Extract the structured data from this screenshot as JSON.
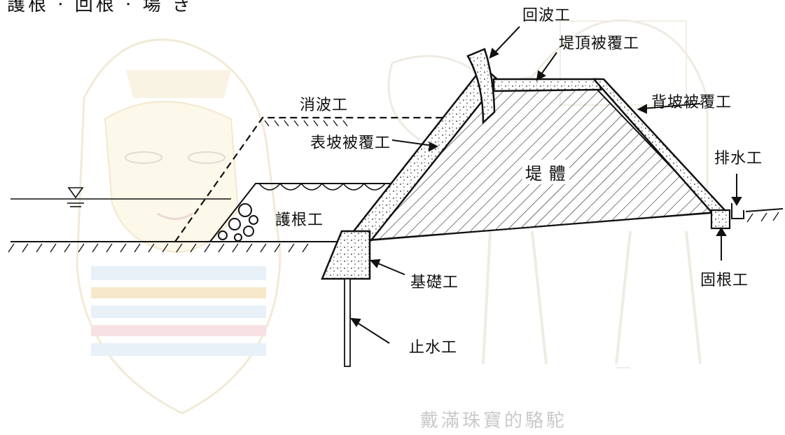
{
  "header_fragment": "護根 · 回根 · 場 き",
  "labels": {
    "wave_return": "回波工",
    "crown_cover": "堤頂被覆工",
    "wave_dissipating": "消波工",
    "back_slope_cover": "背坡被覆工",
    "front_slope_cover": "表坡被覆工",
    "levee_body": "堤 體",
    "drainage": "排水工",
    "toe_protection": "護根工",
    "foundation": "基礎工",
    "toe_fixing": "固根工",
    "cutoff": "止水工"
  },
  "watermark": "戴滿珠寶的駱駝",
  "colors": {
    "line": "#111111",
    "watermark_art": "#d9d0c0",
    "mask_gold": "#f3dc8c",
    "mask_blue": "#a9c6e6",
    "mask_red": "#e7a6b3"
  }
}
